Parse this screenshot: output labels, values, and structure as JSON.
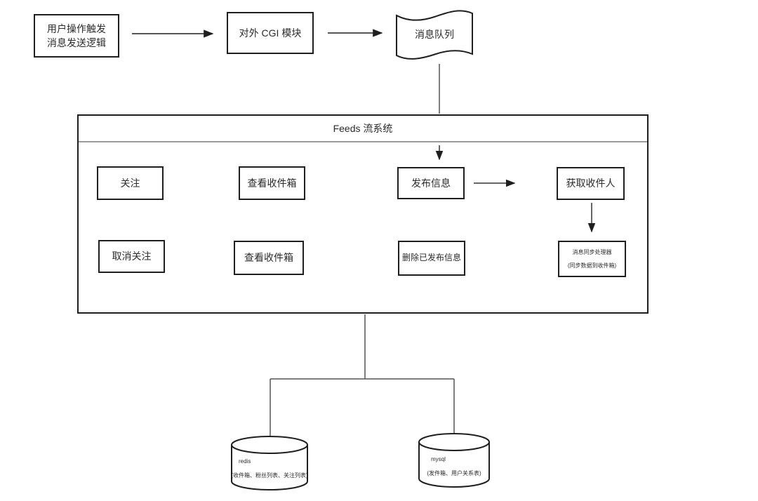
{
  "colors": {
    "border": "#1f1f1f",
    "connector_gray": "#666666",
    "divider_gray": "#9a9a9a",
    "text": "#2b2b2b"
  },
  "flow": {
    "trigger_line1": "用户操作触发",
    "trigger_line2": "消息发送逻辑",
    "cgi": "对外 CGI 模块",
    "queue": "消息队列"
  },
  "feeds": {
    "title": "Feeds 流系统",
    "follow": "关注",
    "view_inbox_top": "查看收件箱",
    "publish": "发布信息",
    "get_recipients": "获取收件人",
    "unfollow": "取消关注",
    "view_inbox_bottom": "查看收件箱",
    "delete_published": "删除已发布信息",
    "sync_line1": "消息同步处理器",
    "sync_line2": "(同步数据到收件箱)"
  },
  "storage": {
    "redis_name": "redis",
    "redis_detail": "(收件箱、粉丝列表、关注列表)",
    "mysql_name": "mysql",
    "mysql_detail": "(发件箱、用户关系表)"
  }
}
